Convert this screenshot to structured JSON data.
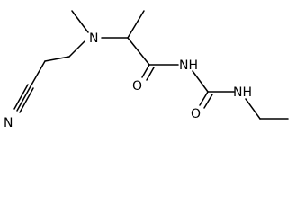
{
  "molecule": {
    "atoms": {
      "n_amine": "N",
      "n_nitrile": "N",
      "n_imide": "NH",
      "n_urea": "NH",
      "o_amide": "O",
      "o_urea": "O"
    },
    "bond_color": "#000000",
    "label_color": "#000000"
  }
}
